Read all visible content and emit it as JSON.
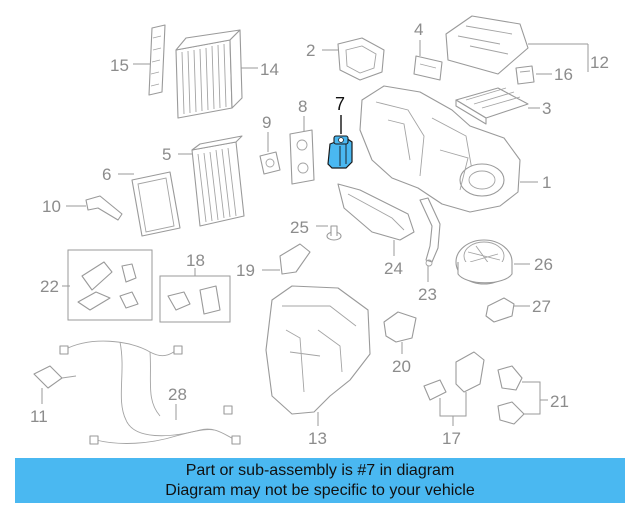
{
  "diagram": {
    "callouts": {
      "c1": "1",
      "c2": "2",
      "c3": "3",
      "c4": "4",
      "c5": "5",
      "c6": "6",
      "c7": "7",
      "c8": "8",
      "c9": "9",
      "c10": "10",
      "c11": "11",
      "c12": "12",
      "c13": "13",
      "c14": "14",
      "c15": "15",
      "c16": "16",
      "c17": "17",
      "c18": "18",
      "c19": "19",
      "c20": "20",
      "c21": "21",
      "c22": "22",
      "c23": "23",
      "c24": "24",
      "c25": "25",
      "c26": "26",
      "c27": "27",
      "c28": "28"
    },
    "highlight_color": "#4ab8f1",
    "line_color": "#9a9a9a"
  },
  "banner": {
    "line1": "Part or sub-assembly is #7 in diagram",
    "line2": "Diagram may not be specific to your vehicle"
  }
}
